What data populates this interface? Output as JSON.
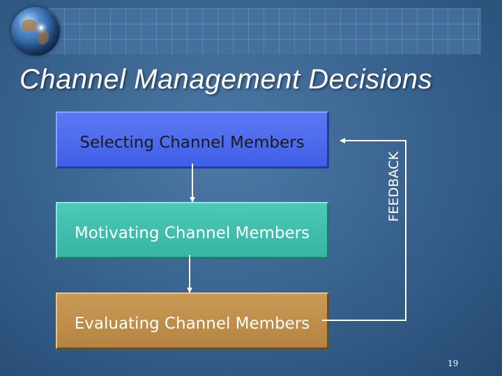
{
  "slide": {
    "title": "Channel Management Decisions",
    "page_number": "19"
  },
  "diagram": {
    "steps": [
      {
        "label": "Selecting Channel Members",
        "color": "#4a68ee"
      },
      {
        "label": "Motivating Channel Members",
        "color": "#40bfad"
      },
      {
        "label": "Evaluating Channel Members",
        "color": "#bf8f4a"
      }
    ],
    "feedback_label": "FEEDBACK"
  },
  "colors": {
    "background": "#3a6591",
    "text": "#ffffff",
    "connector": "#ffffff"
  },
  "icons": [
    "globe-icon",
    "world-map-banner"
  ]
}
